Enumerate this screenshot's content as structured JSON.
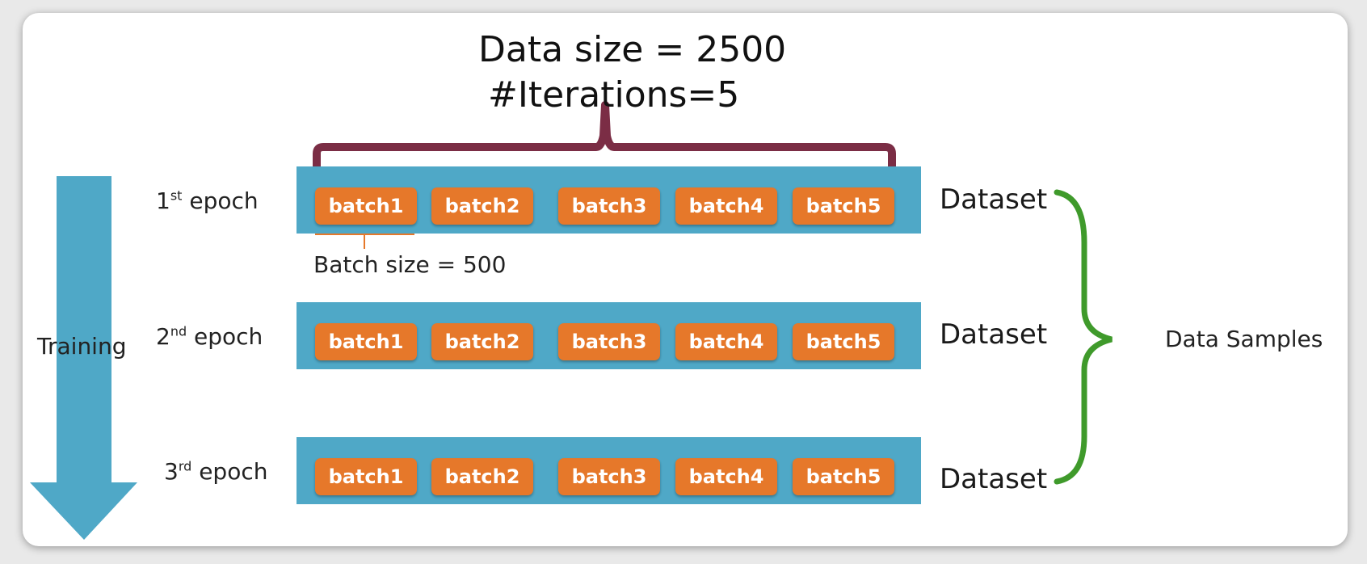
{
  "title": {
    "data_size": "Data size = 2500",
    "iterations": "#Iterations=5"
  },
  "batch_size_label": "Batch size = 500",
  "training_label": "Training",
  "data_samples_label": "Data Samples",
  "dataset_label": "Dataset",
  "epochs": [
    {
      "num": "1",
      "sup": "st",
      "word": "epoch",
      "batches": [
        "batch1",
        "batch2",
        "batch3",
        "batch4",
        "batch5"
      ]
    },
    {
      "num": "2",
      "sup": "nd",
      "word": "epoch",
      "batches": [
        "batch1",
        "batch2",
        "batch3",
        "batch4",
        "batch5"
      ]
    },
    {
      "num": "3",
      "sup": "rd",
      "word": "epoch",
      "batches": [
        "batch1",
        "batch2",
        "batch3",
        "batch4",
        "batch5"
      ]
    }
  ],
  "colors": {
    "row_fill": "#4fa8c7",
    "batch_fill": "#e6782a",
    "arrow_fill": "#4fa8c7",
    "brace_top": "#7b2d45",
    "brace_right": "#3f9a2b",
    "brace_small": "#e6782a"
  }
}
